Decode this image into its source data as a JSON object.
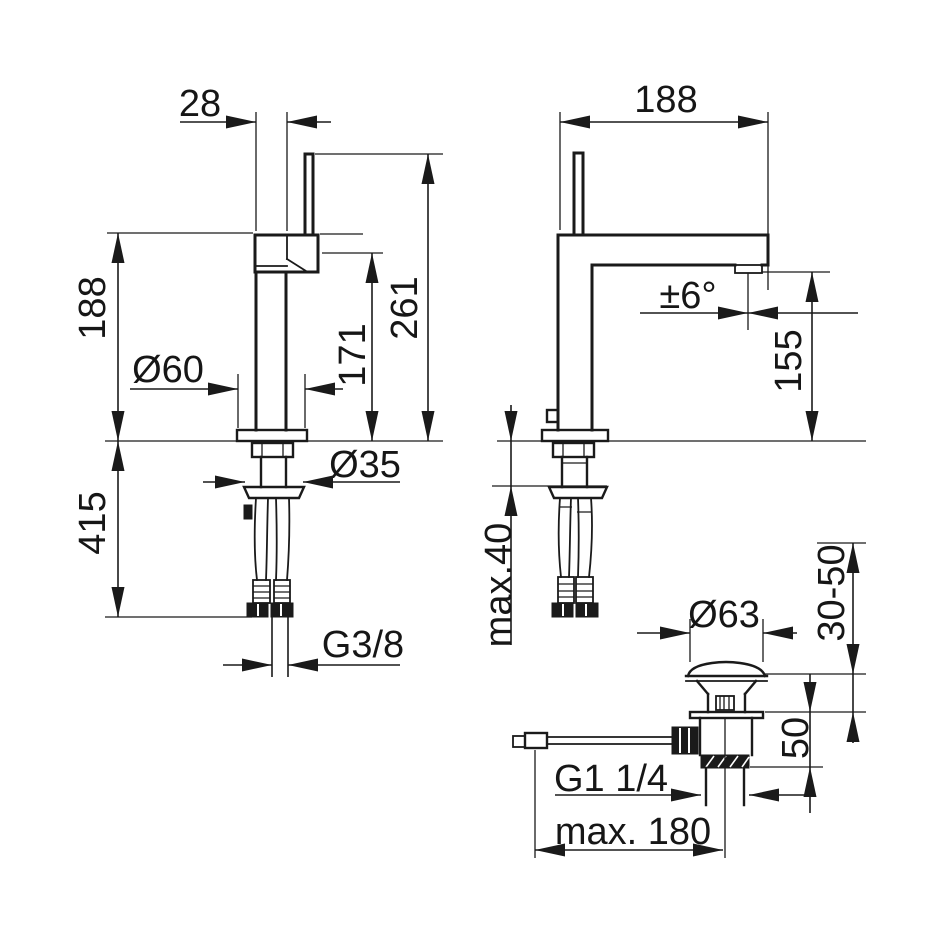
{
  "drawing": {
    "type": "technical dimension drawing",
    "subject": "single-lever basin mixer tap with pop-up waste set",
    "units": "mm"
  },
  "labels": {
    "left_view": {
      "width_28": "28",
      "height_188": "188",
      "total_height_261": "261",
      "spout_height_171": "171",
      "base_dia": "Ø60",
      "shank_dia": "Ø35",
      "install_depth_415": "415",
      "supply_thread": "G3/8"
    },
    "right_view": {
      "reach_188": "188",
      "swivel_angle": "±6°",
      "outlet_height_155": "155",
      "deck_max_40": "max.40"
    },
    "drain": {
      "cap_dia": "Ø63",
      "range_30_50": "30-50",
      "clamp_50": "50",
      "waste_thread": "G1 1/4",
      "rod_max_180": "max. 180"
    }
  },
  "colors": {
    "line": "#1a1a1a",
    "background": "#ffffff"
  }
}
